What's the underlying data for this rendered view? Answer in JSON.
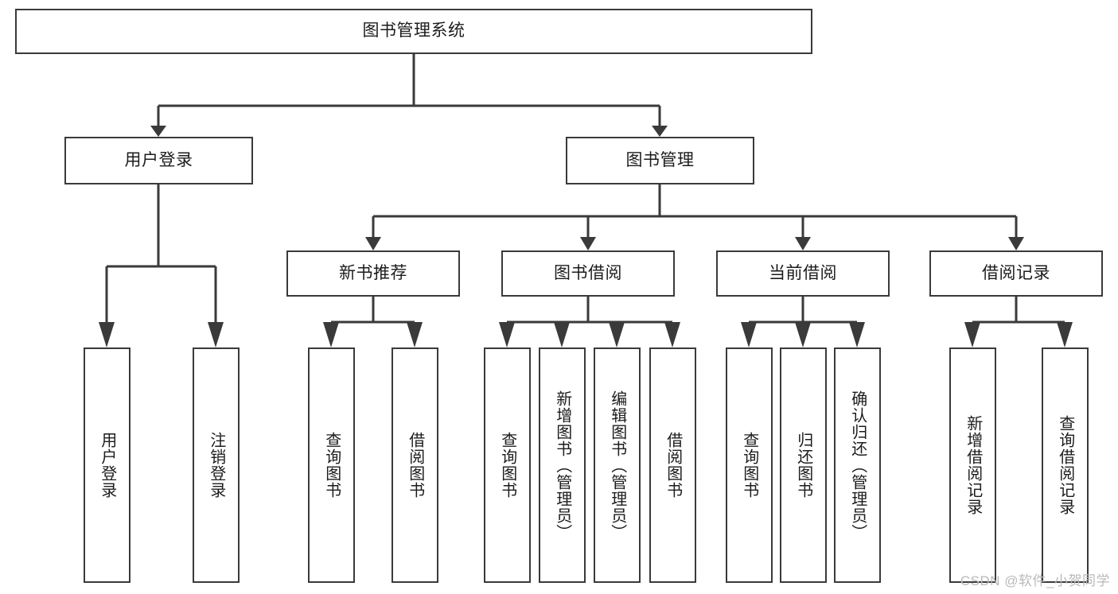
{
  "diagram": {
    "title": "图书管理系统",
    "type": "tree-hierarchy",
    "watermark": "CSDN @软件_小贺同学",
    "colors": {
      "background": "#ffffff",
      "box_border": "#3a3a3a",
      "box_fill": "#ffffff",
      "text": "#1c1c1c",
      "connector": "#3a3a3a",
      "watermark": "#b9b9b9"
    },
    "nodes": {
      "root": {
        "label": "图书管理系统"
      },
      "level2": [
        {
          "label": "用户登录"
        },
        {
          "label": "图书管理"
        }
      ],
      "level3": [
        {
          "label": "新书推荐"
        },
        {
          "label": "图书借阅"
        },
        {
          "label": "当前借阅"
        },
        {
          "label": "借阅记录"
        }
      ],
      "leaves": {
        "user_login": [
          {
            "label": "用户登录"
          },
          {
            "label": "注销登录"
          }
        ],
        "new_book_recommend": [
          {
            "label": "查询图书"
          },
          {
            "label": "借阅图书"
          }
        ],
        "book_borrow": [
          {
            "label": "查询图书"
          },
          {
            "label": "新增图书（管理员）"
          },
          {
            "label": "编辑图书（管理员）"
          },
          {
            "label": "借阅图书"
          }
        ],
        "current_borrow": [
          {
            "label": "查询图书"
          },
          {
            "label": "归还图书"
          },
          {
            "label": "确认归还（管理员）"
          }
        ],
        "borrow_records": [
          {
            "label": "新增借阅记录"
          },
          {
            "label": "查询借阅记录"
          }
        ]
      }
    }
  }
}
